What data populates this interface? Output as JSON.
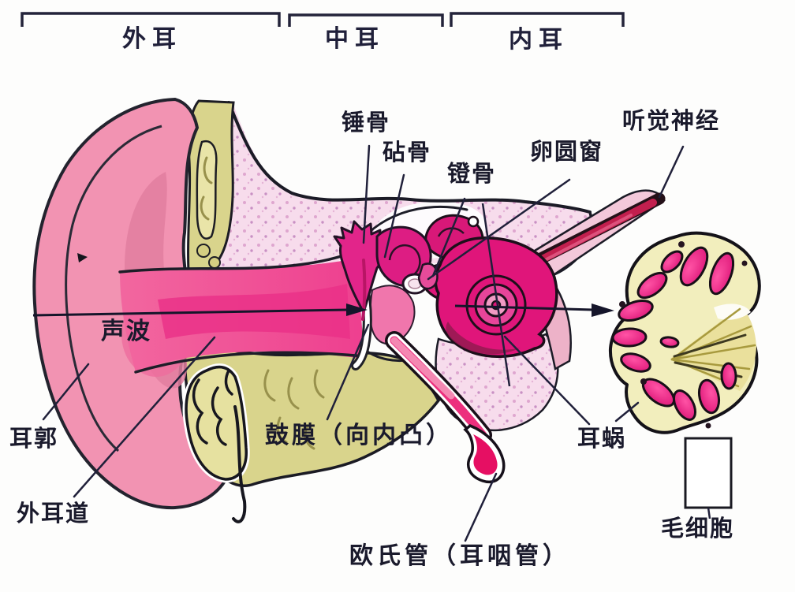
{
  "regions": [
    {
      "id": "outer-ear",
      "label": "外耳"
    },
    {
      "id": "middle-ear",
      "label": "中耳"
    },
    {
      "id": "inner-ear",
      "label": "内耳"
    }
  ],
  "labels": {
    "malleus": "锤骨",
    "incus": "砧骨",
    "stapes": "镫骨",
    "oval_window": "卵圆窗",
    "auditory_nerve": "听觉神经",
    "sound_wave": "声波",
    "auricle": "耳郭",
    "ear_canal": "外耳道",
    "eardrum": "鼓膜（向内凸）",
    "cochlea": "耳蜗",
    "eustachian_tube": "欧氏管（耳咽管）",
    "hair_cell": "毛细胞"
  },
  "palette": {
    "outline": "#1d1d2b",
    "auricle_pink": "#f293b2",
    "canal_magenta": "#ee3f8f",
    "ossicle_magenta": "#e0157a",
    "nerve_crimson": "#c21f4e",
    "cartilage_olive": "#d9d48c",
    "bone_stipple": "#f7dceb",
    "cross_section_matrix": "#f2eebd",
    "hair_cell_magenta": "#ee0f82",
    "background": "#ffffff"
  }
}
